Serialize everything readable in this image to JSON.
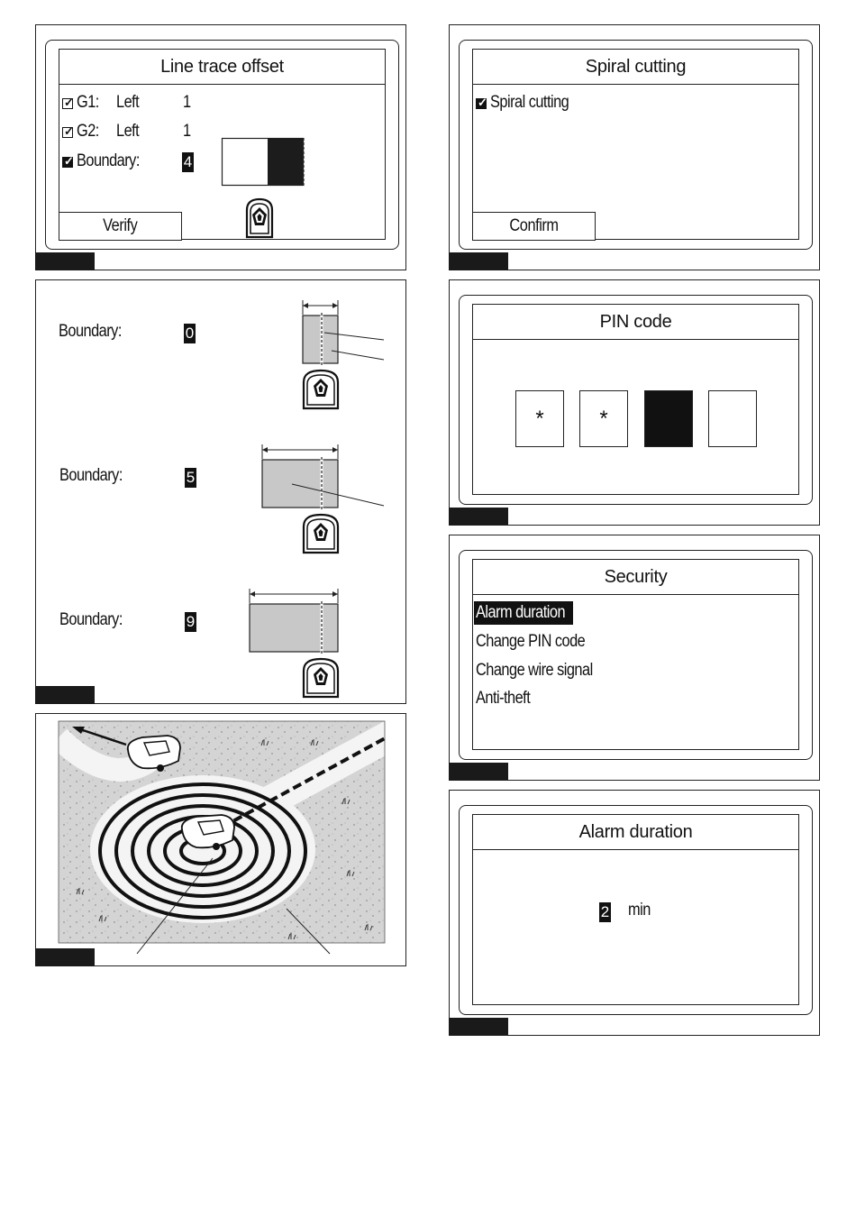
{
  "line_trace_offset": {
    "title": "Line trace offset",
    "rows": [
      {
        "checked": true,
        "filled": false,
        "name": "G1:",
        "side": "Left",
        "value": "1"
      },
      {
        "checked": true,
        "filled": false,
        "name": "G2:",
        "side": "Left",
        "value": "1"
      },
      {
        "checked": true,
        "filled": true,
        "name": "Boundary:",
        "side": "",
        "value": "4"
      }
    ],
    "verify_label": "Verify"
  },
  "spiral_cutting": {
    "title": "Spiral cutting",
    "option_label": "Spiral cutting",
    "option_checked": true,
    "confirm_label": "Confirm"
  },
  "boundary_examples": [
    {
      "label": "Boundary:",
      "value": "0"
    },
    {
      "label": "Boundary:",
      "value": "5"
    },
    {
      "label": "Boundary:",
      "value": "9"
    }
  ],
  "pin_code": {
    "title": "PIN code",
    "digits": [
      "*",
      "*",
      "",
      ""
    ],
    "active_index": 2
  },
  "security": {
    "title": "Security",
    "items": [
      "Alarm duration",
      "Change PIN code",
      "Change wire signal",
      "Anti-theft"
    ],
    "selected_index": 0
  },
  "alarm_duration": {
    "title": "Alarm duration",
    "value": "2",
    "unit": "min"
  },
  "colors": {
    "ink": "#111111",
    "gray_fill": "#c8c8c8",
    "lawn": "#d4d4d4"
  }
}
